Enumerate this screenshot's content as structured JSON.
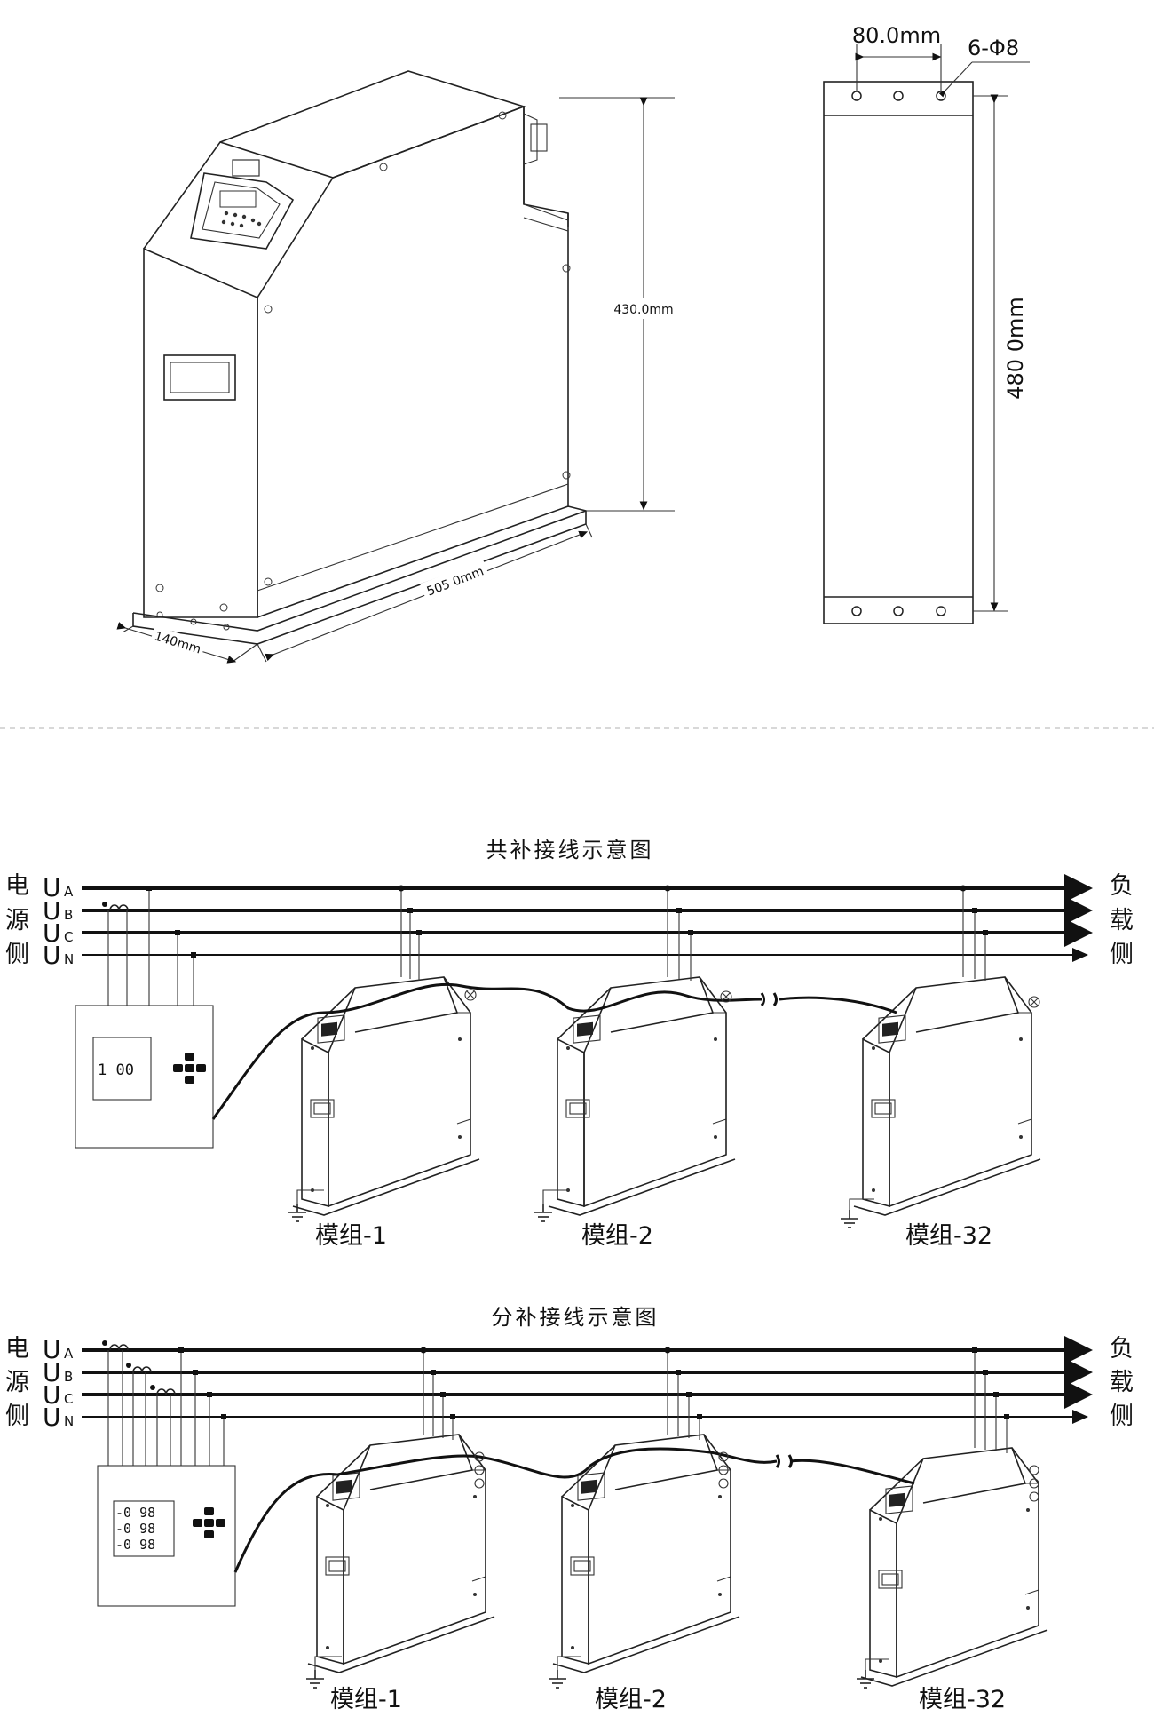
{
  "dims": {
    "top_width": "80.0mm",
    "hole_spec": "6-Φ8",
    "height_430": "430.0mm",
    "height_480": "480 0mm",
    "length_505": "505 0mm",
    "width_140": "140mm"
  },
  "diagram_common": {
    "title": "共补接线示意图",
    "source_side": [
      "电",
      "源",
      "侧"
    ],
    "load_side": [
      "负",
      "载",
      "侧"
    ],
    "phases": [
      {
        "u": "U",
        "sub": "A"
      },
      {
        "u": "U",
        "sub": "B"
      },
      {
        "u": "U",
        "sub": "C"
      },
      {
        "u": "U",
        "sub": "N"
      }
    ],
    "controller_display": "1 00",
    "modules": [
      "模组-1",
      "模组-2",
      "模组-32"
    ]
  },
  "diagram_split": {
    "title": "分补接线示意图",
    "source_side": [
      "电",
      "源",
      "侧"
    ],
    "load_side": [
      "负",
      "载",
      "侧"
    ],
    "phases": [
      {
        "u": "U",
        "sub": "A"
      },
      {
        "u": "U",
        "sub": "B"
      },
      {
        "u": "U",
        "sub": "C"
      },
      {
        "u": "U",
        "sub": "N"
      }
    ],
    "controller_display": [
      "-0 98",
      "-0 98",
      "-0 98"
    ],
    "modules": [
      "模组-1",
      "模组-2",
      "模组-32"
    ]
  },
  "colors": {
    "line": "#111111",
    "divider": "#cccccc",
    "background": "#ffffff"
  }
}
